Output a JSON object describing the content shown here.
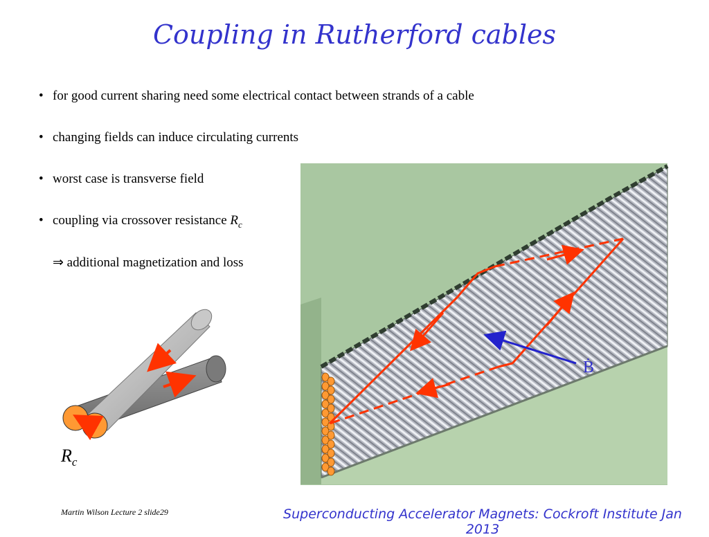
{
  "slide": {
    "title": "Coupling in Rutherford cables",
    "bullets": [
      {
        "text": "for good current sharing need some electrical contact between strands of a cable"
      },
      {
        "text": "changing fields can induce circulating currents"
      },
      {
        "text": "worst case is transverse field"
      },
      {
        "text": "coupling via crossover resistance ",
        "symbol": "R",
        "subscript": "c"
      }
    ],
    "implies": {
      "arrow": "⇒",
      "text": " additional magnetization and loss"
    },
    "bullet_glyph": "•",
    "diagram_label": {
      "symbol": "R",
      "subscript": "c"
    },
    "field_label": "Ḃ",
    "footer_left": "Martin Wilson Lecture 2 slide29",
    "footer_right": "Superconducting Accelerator Magnets:  Cockroft Institute Jan 2013"
  },
  "colors": {
    "title": "#3333cc",
    "current_arrow": "#ff3300",
    "field_arrow": "#2222cc",
    "strand_end": "#ff9933",
    "cable_bg": "#a9c7a1"
  },
  "icons": [
    "crossed-strands-figure",
    "rutherford-cable-photo",
    "current-loop-arrow",
    "field-arrow"
  ]
}
